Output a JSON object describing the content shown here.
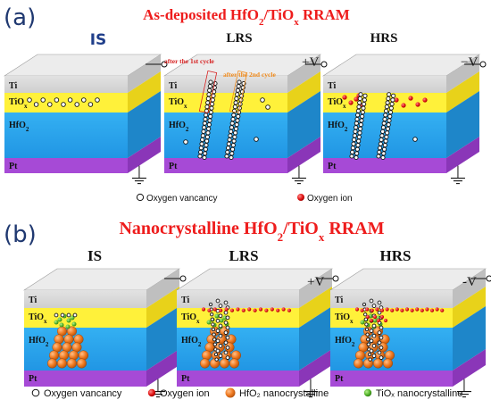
{
  "panel_a": {
    "label": "(a)",
    "title": "As-deposited HfO₂/TiOₓ RRAM",
    "states": [
      "IS",
      "LRS",
      "HRS"
    ],
    "bias": [
      "+V",
      "−V"
    ],
    "layers": [
      "Ti",
      "TiOₓ",
      "HfO₂",
      "Pt"
    ],
    "cycle_labels": [
      "after the 1st cycle",
      "after the 2nd cycle"
    ],
    "legend": [
      "Oxygen vancancy",
      "Oxygen ion"
    ]
  },
  "panel_b": {
    "label": "(b)",
    "title": "Nanocrystalline HfO₂/TiOₓ RRAM",
    "states": [
      "IS",
      "LRS",
      "HRS"
    ],
    "bias": [
      "+V",
      "-V"
    ],
    "layers": [
      "Ti",
      "TiOₓ",
      "HfO₂",
      "Pt"
    ],
    "legend": [
      "Oxygen vancancy",
      "Oxygen ion",
      "HfO₂ nanocrystalline",
      "TiOₓ nanocrystalline"
    ]
  },
  "colors": {
    "title_red": "#ee1c1c",
    "ti_gray": "#d6d6d6",
    "tiox_yellow": "#fff13a",
    "hfo2_blue": "#2aa6ee",
    "pt_purple": "#a64ad6",
    "oxygen_ion": "#e21616",
    "hfo2_nc": "#f07b22",
    "tiox_nc": "#55b52c"
  }
}
